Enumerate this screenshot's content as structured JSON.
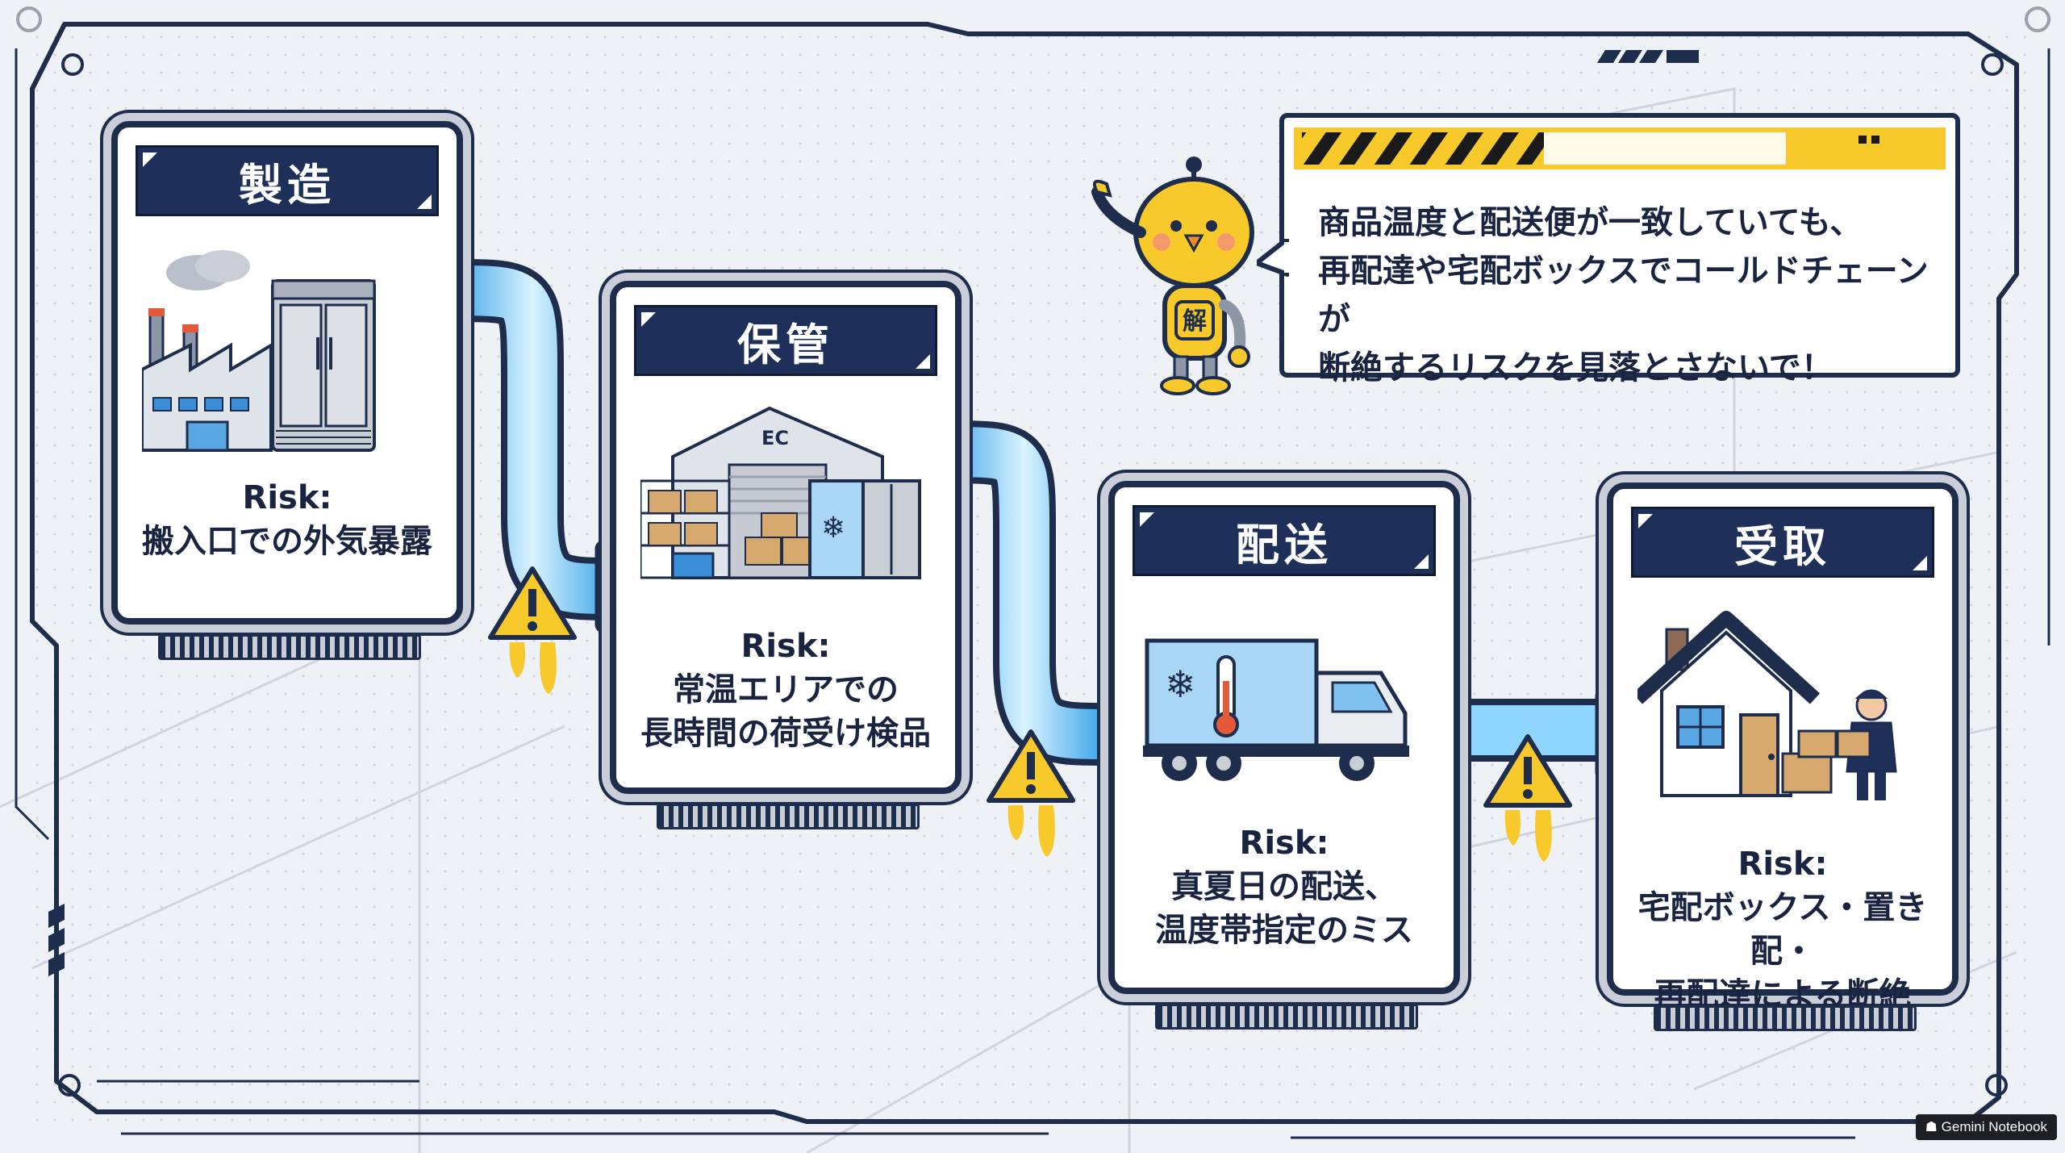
{
  "stages": [
    {
      "title": "製造",
      "risk_label": "Risk:",
      "risk_lines": [
        "搬入口での外気暴露"
      ]
    },
    {
      "title": "保管",
      "risk_label": "Risk:",
      "risk_lines": [
        "常温エリアでの",
        "長時間の荷受け検品"
      ],
      "sign": "EC"
    },
    {
      "title": "配送",
      "risk_label": "Risk:",
      "risk_lines": [
        "真夏日の配送、",
        "温度帯指定のミス"
      ]
    },
    {
      "title": "受取",
      "risk_label": "Risk:",
      "risk_lines": [
        "宅配ボックス・置き配・",
        "再配達による断絶"
      ]
    }
  ],
  "bubble": {
    "lines": [
      "商品温度と配送便が一致していても、",
      "再配達や宅配ボックスでコールドチェーンが",
      "断絶するリスクを見落とさないで！"
    ]
  },
  "mascot": {
    "badge": "解"
  },
  "watermark": {
    "label": "Gemini Notebook"
  },
  "colors": {
    "navy": "#1e2f59",
    "yellow": "#f7c92b",
    "pipe": "#6fc8ff",
    "frame": "#1f2d4d"
  }
}
